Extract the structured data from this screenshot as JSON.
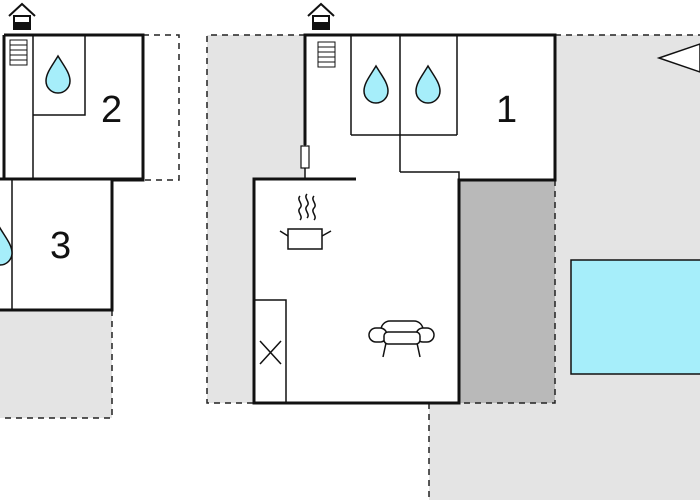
{
  "floorplan": {
    "rooms": [
      {
        "id": "room-1",
        "number": "1"
      },
      {
        "id": "room-2",
        "number": "2"
      },
      {
        "id": "room-3",
        "number": "3"
      }
    ],
    "colors": {
      "wall": "#111111",
      "terrace": "#e4e4e4",
      "covered_terrace": "#b9b9b9",
      "pool": "#a6eefa",
      "water_drop": "#a6eefa",
      "dashed_line": "#222222"
    },
    "icons": [
      "house-entrance-icon",
      "radiator-icon",
      "water-drop-icon",
      "cooking-pot-icon",
      "sofa-icon",
      "cabinet-cross-icon",
      "window-icon",
      "compass-arrow-icon"
    ]
  }
}
